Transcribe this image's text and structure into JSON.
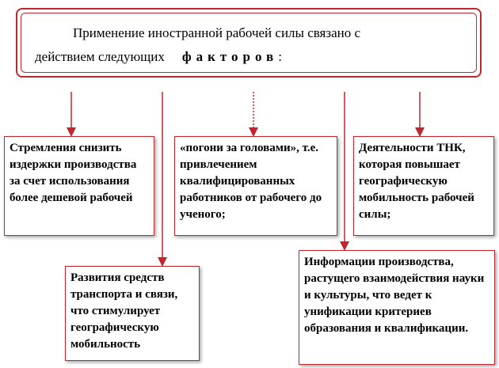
{
  "title": {
    "line1": "Применение  иностранной  рабочей силы  связано с",
    "line2_prefix": "действием  следующих",
    "line2_emphasis": "факторов",
    "line2_suffix": ":"
  },
  "factors": [
    {
      "text": "Стремления снизить издержки производства за счет использования более дешевой рабочей"
    },
    {
      "text": "«погони за головами», т.е. привлечением квалифицированных работников от рабочего до ученого;"
    },
    {
      "text": "Деятельности ТНК, которая повышает географическую мобильность рабочей силы;"
    },
    {
      "text": "Развития средств транспорта и связи, что стимулирует географическую мобильность"
    },
    {
      "text": "Информации производства, растущего взаимодействия науки и культуры, что ведет к унификации критериев образования и квалификации."
    }
  ],
  "colors": {
    "border": "#c0272d",
    "arrow": "#c0272d"
  }
}
